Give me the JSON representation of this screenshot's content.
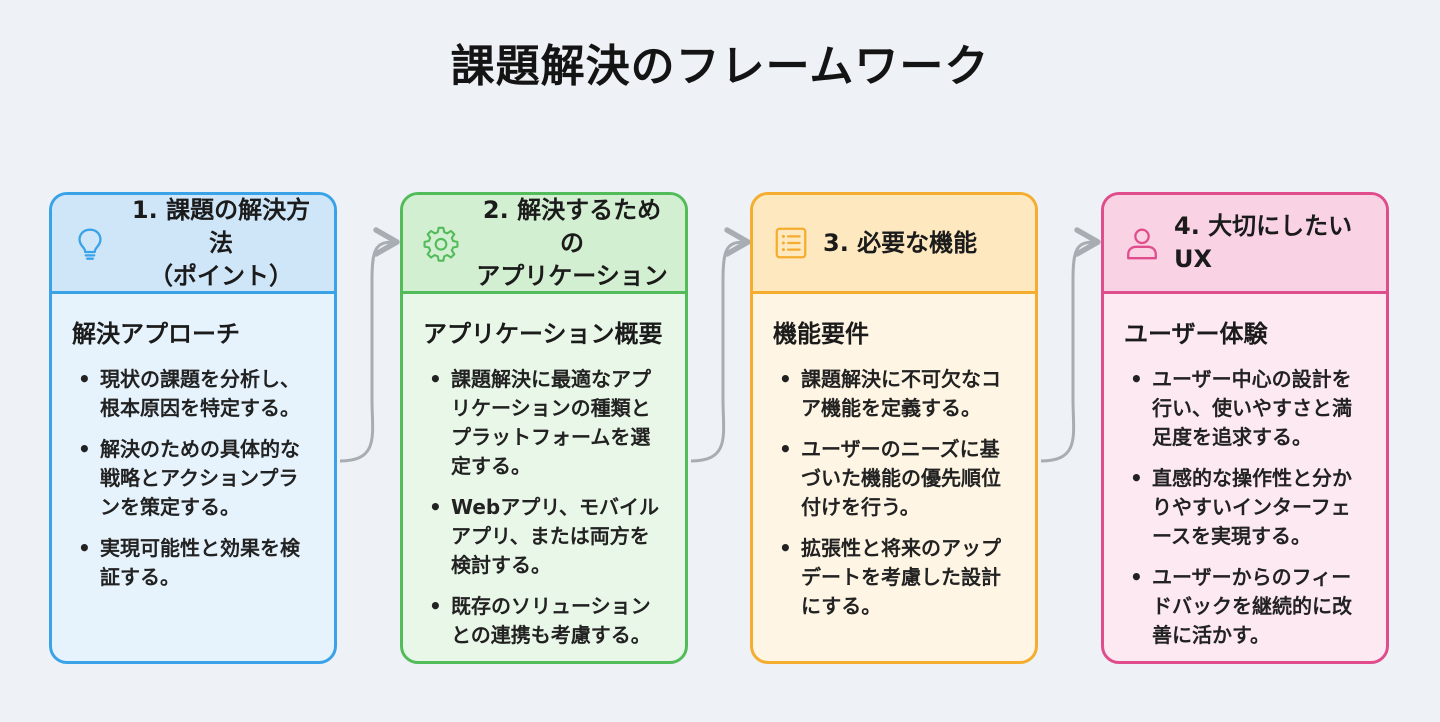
{
  "title": "課題解決のフレームワーク",
  "colors": {
    "card1": "#3aa3e8",
    "card2": "#52bb5a",
    "card3": "#f4ad2e",
    "card4": "#e04d8c",
    "connector": "#a8adb3"
  },
  "cards": [
    {
      "icon": "lightbulb-icon",
      "title_line1": "1. 課題の解決方法",
      "title_line2": "（ポイント）",
      "section": "解決アプローチ",
      "items": [
        "現状の課題を分析し、根本原因を特定する。",
        "解決のための具体的な戦略とアクションプランを策定する。",
        "実現可能性と効果を検証する。"
      ]
    },
    {
      "icon": "gear-icon",
      "title_line1": "2. 解決するための",
      "title_line2": "アプリケーション",
      "section": "アプリケーション概要",
      "items": [
        "課題解決に最適なアプリケーションの種類とプラットフォームを選定する。",
        "Webアプリ、モバイルアプリ、または両方を検討する。",
        "既存のソリューションとの連携も考慮する。"
      ]
    },
    {
      "icon": "list-icon",
      "title_line1": "3. 必要な機能",
      "title_line2": "",
      "section": "機能要件",
      "items": [
        "課題解決に不可欠なコア機能を定義する。",
        "ユーザーのニーズに基づいた機能の優先順位付けを行う。",
        "拡張性と将来のアップデートを考慮した設計にする。"
      ]
    },
    {
      "icon": "user-icon",
      "title_line1": "4. 大切にしたいUX",
      "title_line2": "",
      "section": "ユーザー体験",
      "items": [
        "ユーザー中心の設計を行い、使いやすさと満足度を追求する。",
        "直感的な操作性と分かりやすいインターフェースを実現する。",
        "ユーザーからのフィードバックを継続的に改善に活かす。"
      ]
    }
  ]
}
